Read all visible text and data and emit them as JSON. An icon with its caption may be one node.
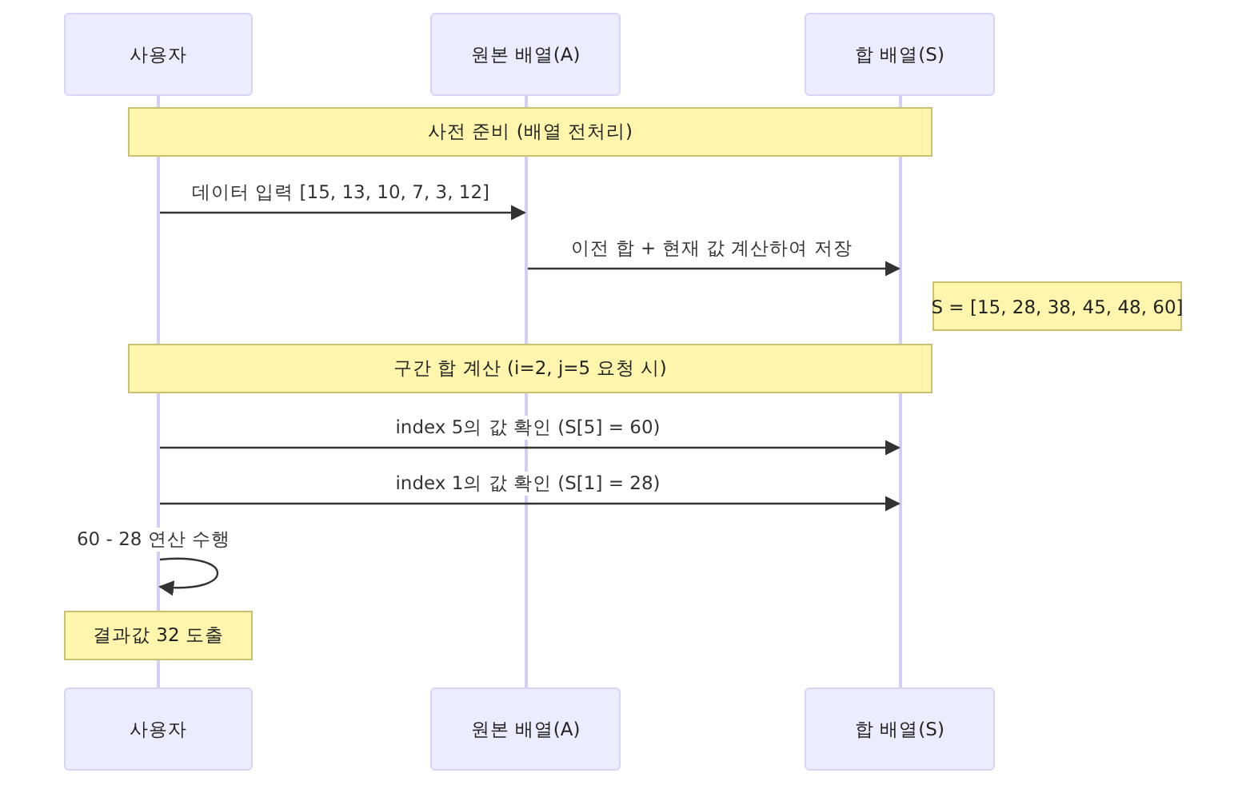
{
  "diagram": {
    "nodes": [
      {
        "text": [
          "사용자"
        ]
      },
      {
        "text": [
          "원본 배열(A)"
        ]
      },
      {
        "text": [
          "합 배열(S)"
        ]
      },
      {
        "text": [],
        "shape": "bar"
      },
      {
        "text": [],
        "shape": "bar"
      },
      {
        "text": [],
        "shape": "bar"
      },
      {
        "text": [
          "사전 준비 (배열 전처리)"
        ]
      },
      {
        "text": [
          "S = [15, 28, 38, 45, 48, 60]"
        ]
      },
      {
        "text": [
          "구간 합 계산 (i=2, j=5 요청 시)"
        ]
      },
      {
        "text": [
          "결과값 32 도출"
        ]
      },
      {
        "text": [
          "사용자"
        ]
      },
      {
        "text": [
          "원본 배열(A)"
        ]
      },
      {
        "text": [
          "합 배열(S)"
        ]
      },
      {
        "text": [],
        "shape": "bar"
      }
    ],
    "edges": [
      {
        "from": 3,
        "to": 4,
        "arrow": "to",
        "label": "데이터 입력 [15, 13, 10, 7, 3, 12]"
      },
      {
        "from": 4,
        "to": 5,
        "arrow": "to",
        "label": "이전 합 + 현재 값 계산하여 저장"
      },
      {
        "from": 3,
        "to": 5,
        "arrow": "to",
        "label": "index 5의 값 확인 (S[5] = 60)"
      },
      {
        "from": 3,
        "to": 5,
        "arrow": "to",
        "label": "index 1의 값 확인 (S[1] = 28)"
      },
      {
        "from": 3,
        "to": 3,
        "arrow": "to",
        "label": "60 - 28 연산 수행"
      }
    ]
  }
}
